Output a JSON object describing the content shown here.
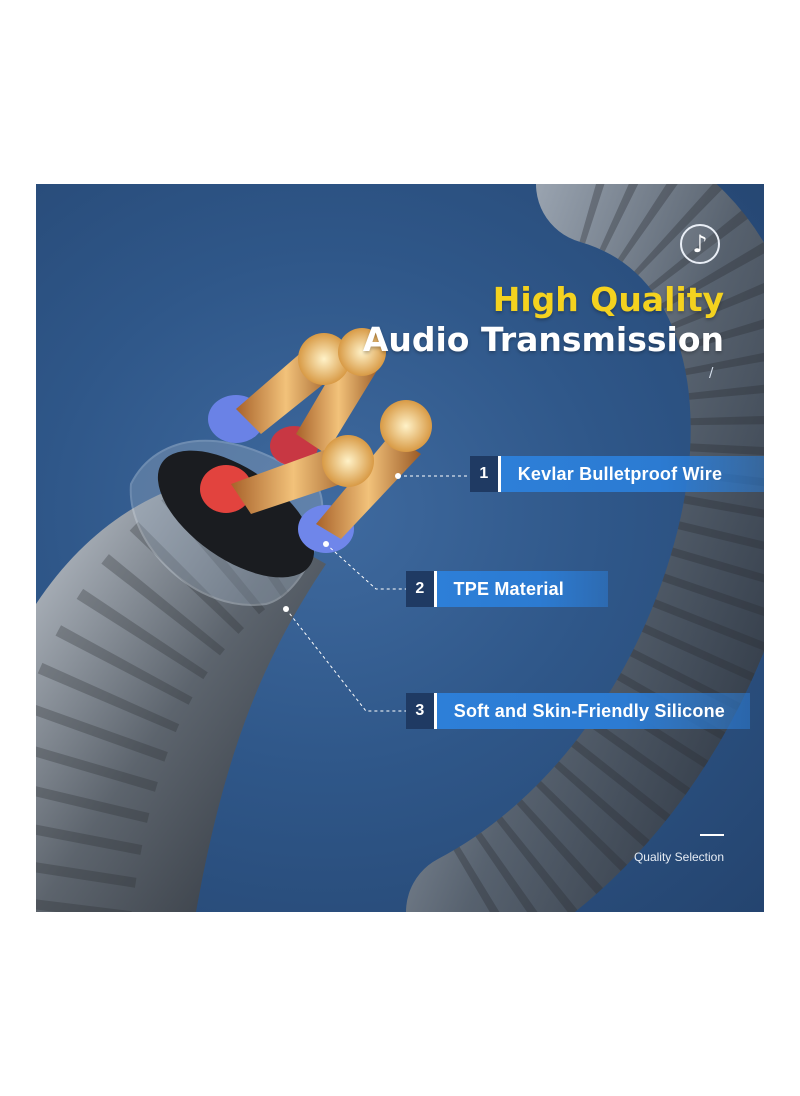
{
  "headline": {
    "highlight": "High",
    "highlight_rest": "Quality",
    "line2": "Audio Transmission"
  },
  "decor": {
    "slash": "/"
  },
  "callouts": [
    {
      "number": "1",
      "label": "Kevlar Bulletproof Wire"
    },
    {
      "number": "2",
      "label": "TPE Material"
    },
    {
      "number": "3",
      "label": "Soft and Skin-Friendly Silicone"
    }
  ],
  "footer": {
    "tagline": "Quality Selection"
  },
  "icons": {
    "badge": "music-note-icon",
    "badge_glyph": "♪"
  },
  "colors": {
    "background": "#2f5789",
    "highlight_text": "#f4d21f",
    "callout_blue": "#2d7fd8",
    "callout_number_bg": "#1f3a63"
  }
}
